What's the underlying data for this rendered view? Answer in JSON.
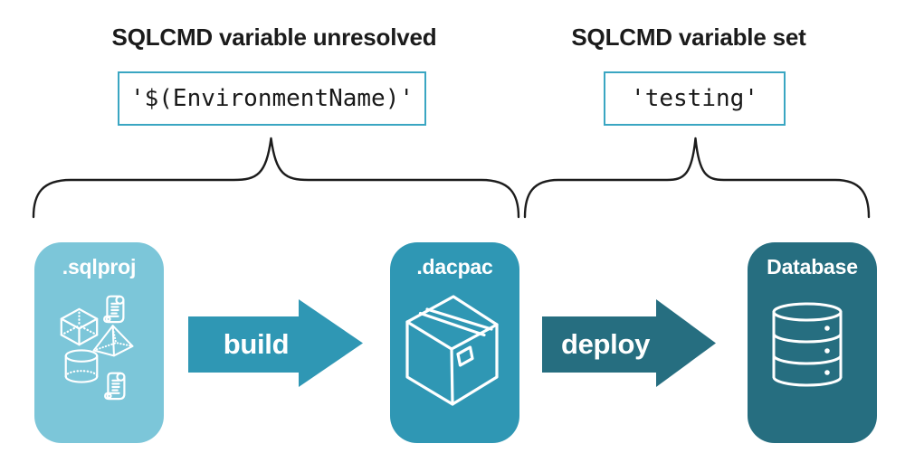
{
  "colors": {
    "sqlproj_card": "#7cc6d9",
    "dacpac_card": "#2f97b4",
    "database_card": "#266e80",
    "build_arrow": "#2f97b4",
    "deploy_arrow": "#266e80",
    "code_box_border": "#3aa6c2",
    "brace_stroke": "#1c1c1c",
    "heading_text": "#1b1b1b",
    "code_text": "#191919",
    "card_label_text": "#ffffff"
  },
  "annotations": {
    "left": {
      "heading": "SQLCMD variable unresolved",
      "code": "'$(EnvironmentName)'"
    },
    "right": {
      "heading": "SQLCMD variable set",
      "code": "'testing'"
    }
  },
  "pipeline": {
    "stages": [
      {
        "label": ".sqlproj",
        "icons": [
          "script-scroll-icon",
          "cube-icon",
          "pyramid-icon",
          "cylinder-icon",
          "script-scroll-icon"
        ]
      },
      {
        "label": ".dacpac",
        "icons": [
          "package-box-icon"
        ]
      },
      {
        "label": "Database",
        "icons": [
          "database-icon"
        ]
      }
    ],
    "arrows": [
      {
        "label": "build"
      },
      {
        "label": "deploy"
      }
    ]
  }
}
